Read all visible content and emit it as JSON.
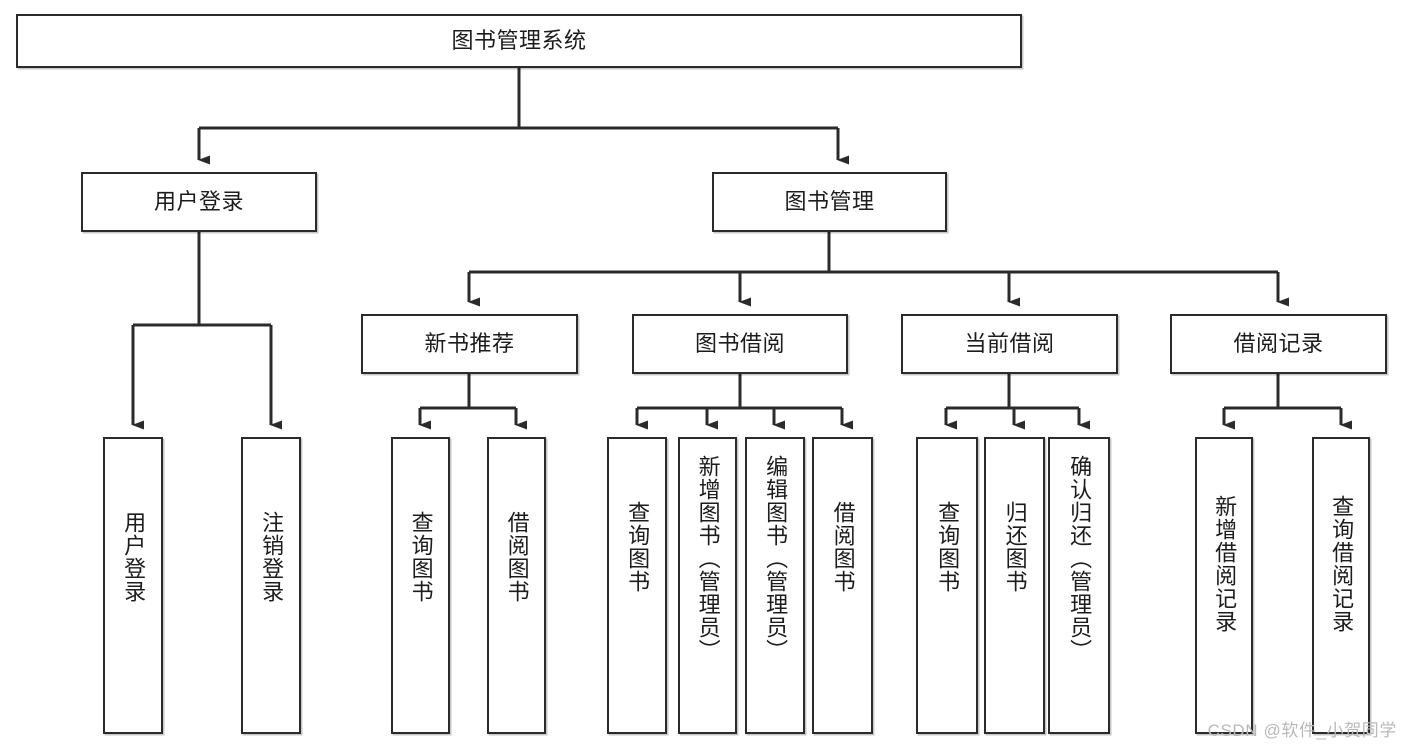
{
  "diagram": {
    "type": "tree",
    "title": "图书管理系统",
    "watermark": "CSDN @软件_小贺同学",
    "colors": {
      "box_border": "#2b2b2b",
      "box_fill": "#ffffff",
      "connector": "#2b2b2b",
      "text": "#1c1c1c",
      "watermark": "#b9b9b9"
    },
    "root": {
      "label": "图书管理系统"
    },
    "level2": [
      {
        "label": "用户登录"
      },
      {
        "label": "图书管理"
      }
    ],
    "level3": [
      {
        "label": "新书推荐"
      },
      {
        "label": "图书借阅"
      },
      {
        "label": "当前借阅"
      },
      {
        "label": "借阅记录"
      }
    ],
    "leaves": {
      "user_login": [
        {
          "label": "用户登录"
        },
        {
          "label": "注销登录"
        }
      ],
      "new_book_recommend": [
        {
          "label": "查询图书"
        },
        {
          "label": "借阅图书"
        }
      ],
      "book_borrow": [
        {
          "label": "查询图书"
        },
        {
          "label": "新增图书（管理员）"
        },
        {
          "label": "编辑图书（管理员）"
        },
        {
          "label": "借阅图书"
        }
      ],
      "current_borrow": [
        {
          "label": "查询图书"
        },
        {
          "label": "归还图书"
        },
        {
          "label": "确认归还（管理员）"
        }
      ],
      "borrow_record": [
        {
          "label": "新增借阅记录"
        },
        {
          "label": "查询借阅记录"
        }
      ]
    }
  }
}
